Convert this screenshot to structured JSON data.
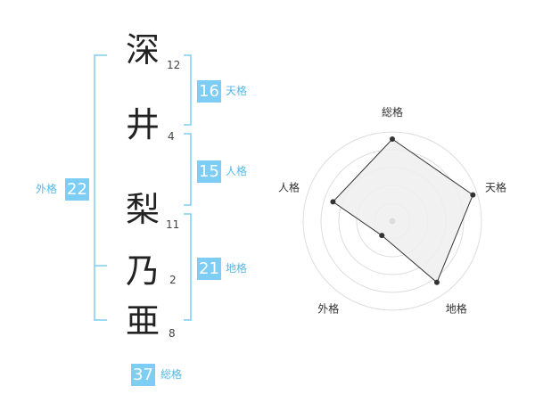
{
  "name": {
    "chars": [
      {
        "char": "深",
        "strokes": "12"
      },
      {
        "char": "井",
        "strokes": "4"
      },
      {
        "char": "梨",
        "strokes": "11"
      },
      {
        "char": "乃",
        "strokes": "2"
      },
      {
        "char": "亜",
        "strokes": "8"
      }
    ]
  },
  "fortunes": {
    "tenkaku": {
      "value": "16",
      "label": "天格"
    },
    "jinkaku": {
      "value": "15",
      "label": "人格"
    },
    "chikaku": {
      "value": "21",
      "label": "地格"
    },
    "gaikaku": {
      "value": "22",
      "label": "外格"
    },
    "soukaku": {
      "value": "37",
      "label": "総格"
    }
  },
  "colors": {
    "accent": "#7dcdf5",
    "accent_text": "#55b8e8",
    "bracket": "#7dcdf5",
    "radar_fill": "#eeeeee"
  },
  "chart_data": {
    "type": "radar",
    "axes": [
      "総格",
      "天格",
      "地格",
      "外格",
      "人格"
    ],
    "values": [
      0.92,
      0.95,
      0.85,
      0.2,
      0.7
    ],
    "rings": 5
  }
}
